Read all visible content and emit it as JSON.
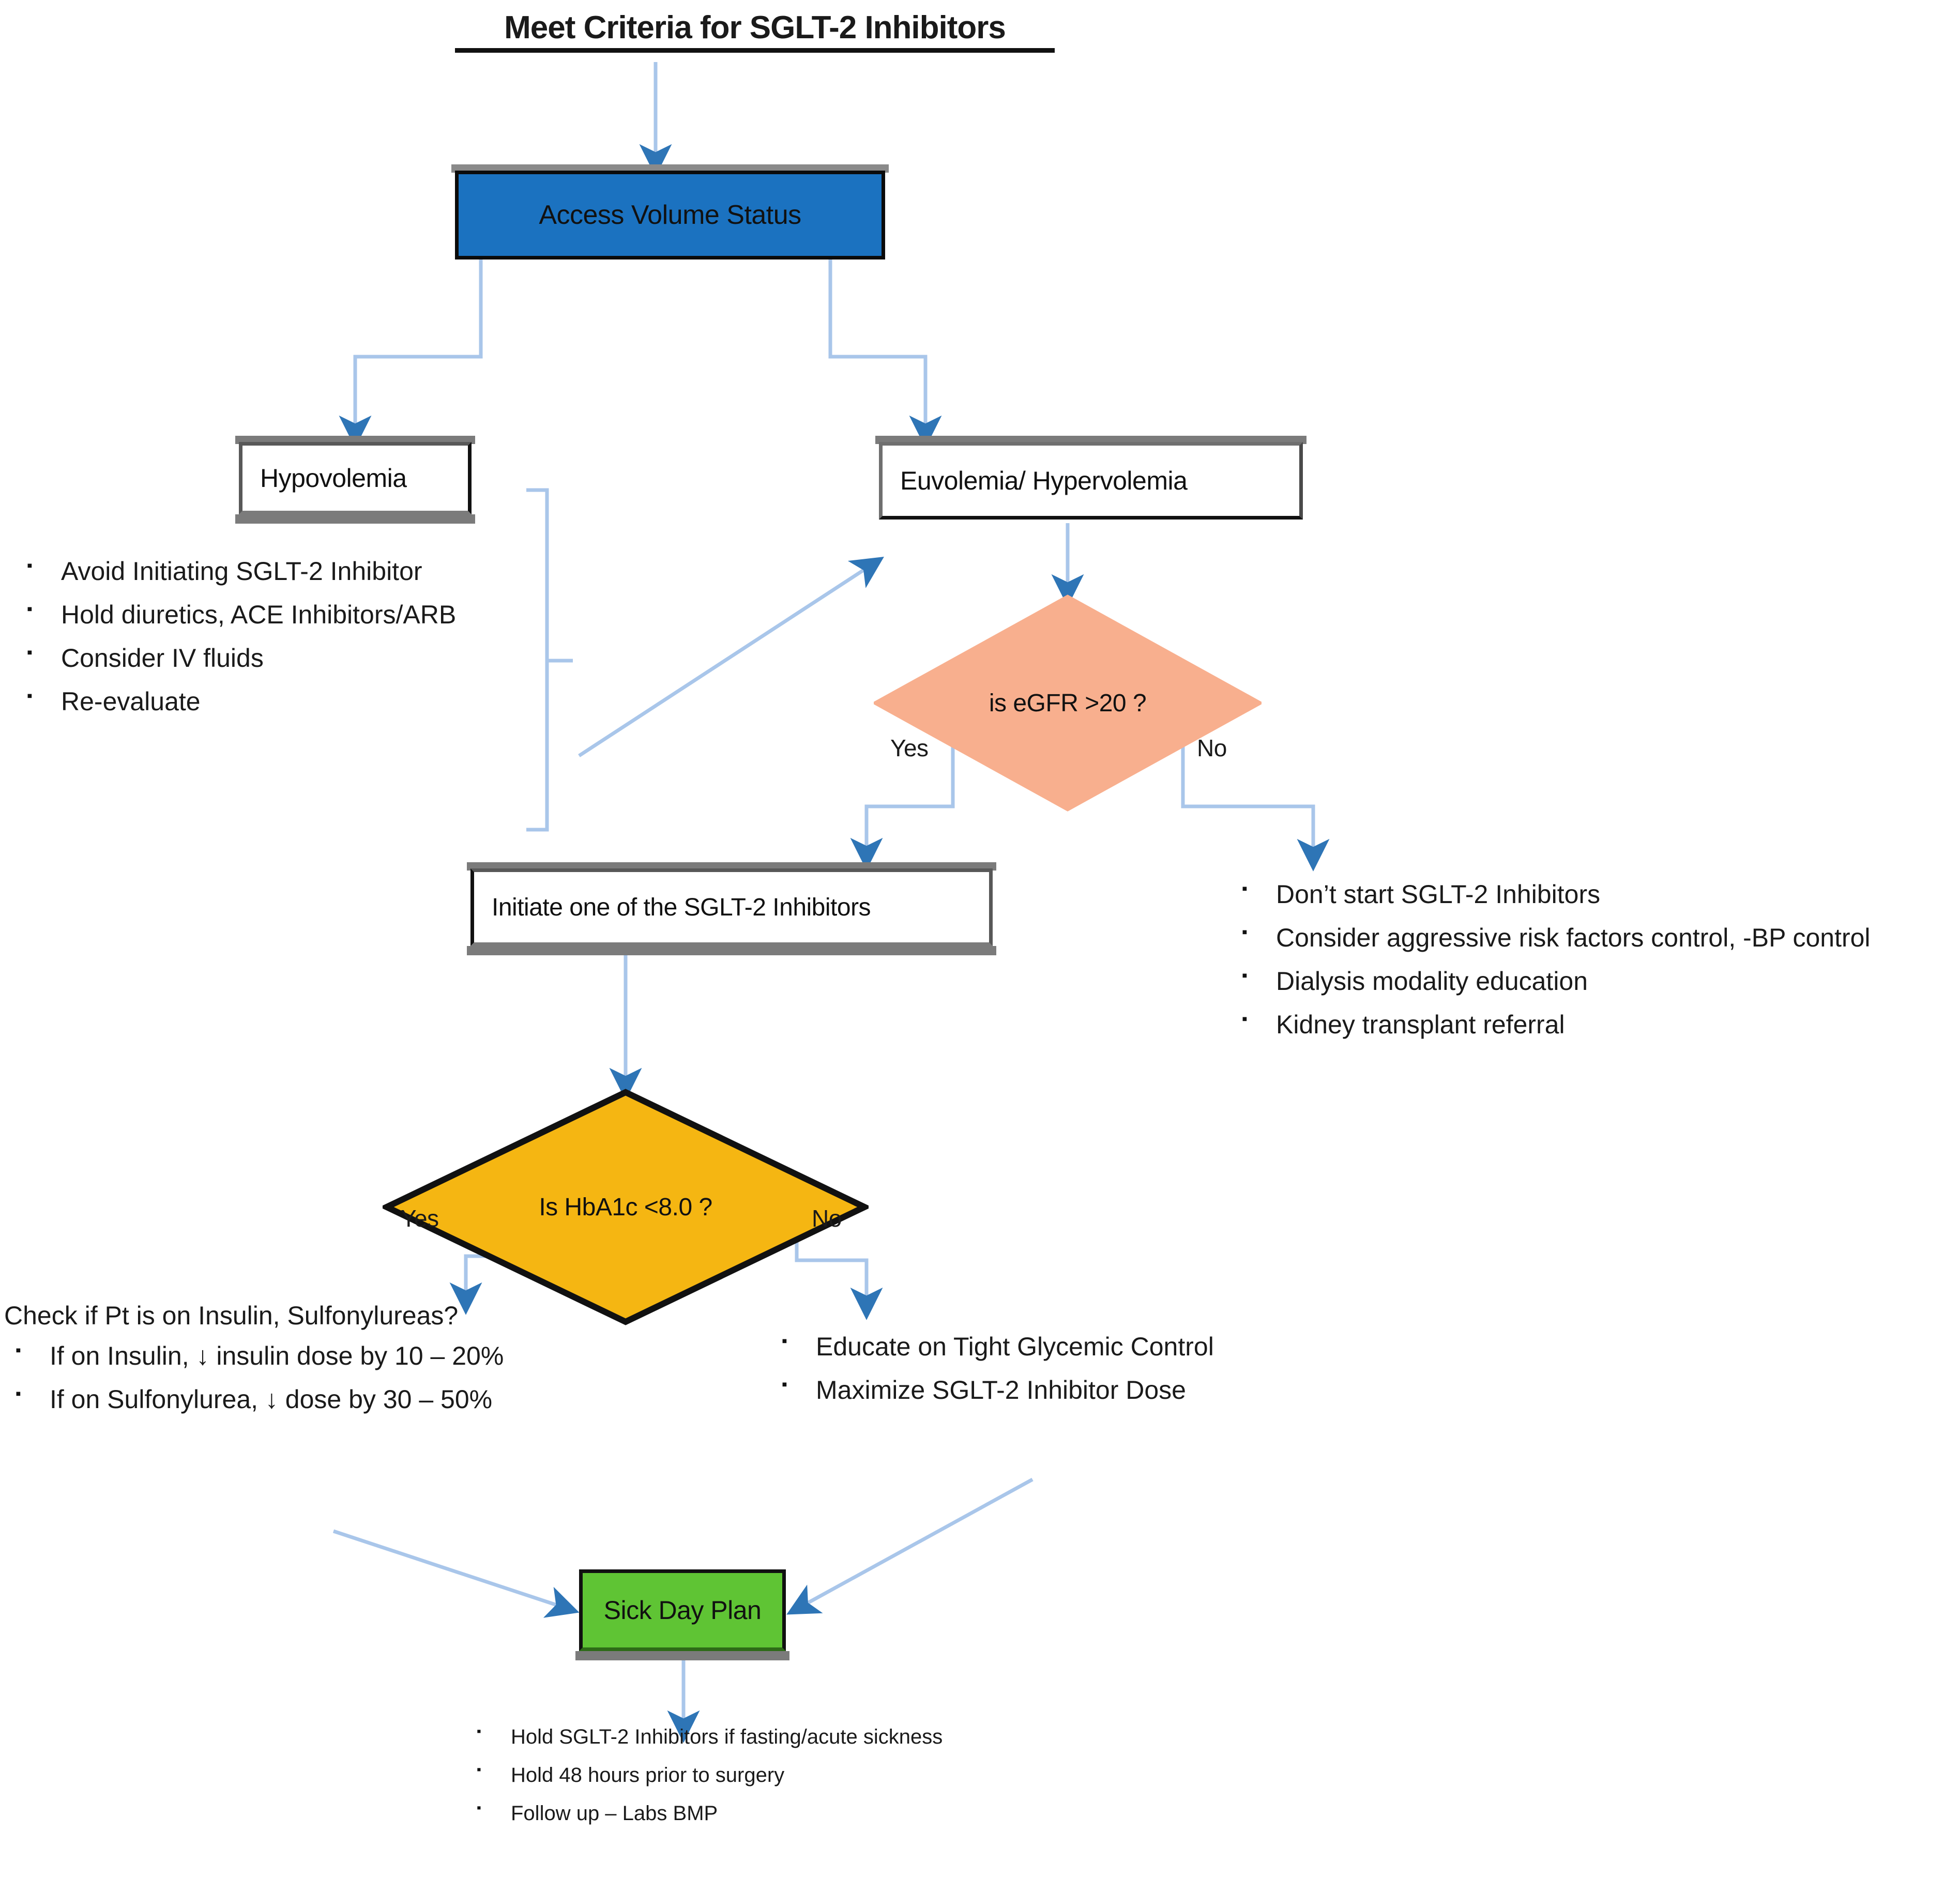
{
  "title": "Meet Criteria for SGLT-2 Inhibitors",
  "colors": {
    "process_blue": "#1B72C0",
    "decision_salmon": "#F8AF8E",
    "decision_amber": "#F5B612",
    "terminator_green": "#5FC434",
    "connector_blue": "#A9C6EA",
    "arrowhead_blue": "#2E75B6",
    "border_black": "#0B0B0B",
    "border_gray": "#6F6F6F"
  },
  "nodes": {
    "access_volume": "Access Volume Status",
    "hypovolemia": "Hypovolemia",
    "euvolemia": "Euvolemia/ Hypervolemia",
    "egfr_decision": "is eGFR >20 ?",
    "initiate": "Initiate one of the SGLT-2 Inhibitors",
    "hba1c_decision": "Is HbA1c <8.0 ?",
    "sick_day_plan": "Sick Day Plan"
  },
  "edge_labels": {
    "egfr_yes": "Yes",
    "egfr_no": "No",
    "hba1c_yes": "Yes",
    "hba1c_no": "No"
  },
  "lists": {
    "hypovolemia_actions": [
      "Avoid Initiating SGLT-2 Inhibitor",
      "Hold diuretics, ACE Inhibitors/ARB",
      "Consider IV fluids",
      "Re-evaluate"
    ],
    "egfr_no_actions": [
      "Don’t start SGLT-2 Inhibitors",
      "Consider aggressive risk factors control, -BP control",
      "Dialysis modality education",
      "Kidney transplant referral"
    ],
    "hba1c_yes_heading": "Check if Pt is on Insulin, Sulfonylureas?",
    "hba1c_yes_actions": [
      "If on Insulin, ↓ insulin dose by 10 – 20%",
      "If on Sulfonylurea, ↓ dose by 30 – 50%"
    ],
    "hba1c_no_actions": [
      "Educate on Tight Glycemic Control",
      "Maximize SGLT-2 Inhibitor Dose"
    ],
    "sick_day_actions": [
      "Hold SGLT-2 Inhibitors if fasting/acute sickness",
      "Hold 48 hours prior to surgery",
      "Follow up – Labs BMP"
    ]
  }
}
